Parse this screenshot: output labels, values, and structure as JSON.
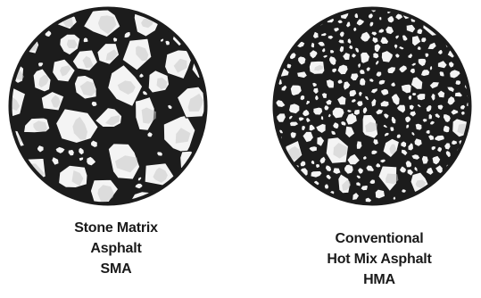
{
  "panels": [
    {
      "id": "sma",
      "caption": [
        "Stone Matrix",
        "Asphalt",
        "SMA"
      ]
    },
    {
      "id": "hma",
      "caption": [
        "Conventional",
        "Hot Mix Asphalt",
        "HMA"
      ]
    }
  ],
  "colors": {
    "binder": "#1c1c1c",
    "stone": "#f4f4f4",
    "stone_shade": "#c9c9c9",
    "text": "#1a1a1a"
  }
}
